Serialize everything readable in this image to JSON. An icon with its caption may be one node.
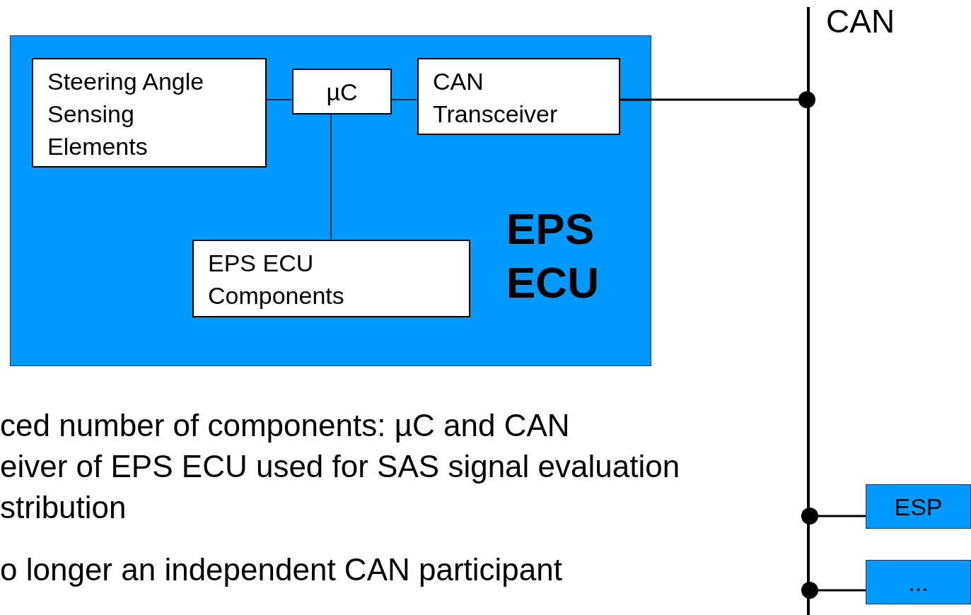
{
  "diagram": {
    "nodes": [
      {
        "text": [
          "EPS ECU"
        ]
      },
      {
        "text": [
          "Steering Angle Sensing Elements"
        ],
        "in": 0
      },
      {
        "text": [
          "µC"
        ],
        "in": 0
      },
      {
        "text": [
          "CAN Transceiver"
        ],
        "in": 0
      },
      {
        "text": [
          "EPS ECU Components"
        ],
        "in": 0
      },
      {
        "text": [],
        "shape": "bar",
        "beside": [
          "CAN"
        ]
      },
      {
        "text": [
          "ESP"
        ]
      },
      {
        "text": [
          "..."
        ]
      }
    ],
    "edges": [
      {
        "from": 1,
        "to": 2,
        "arrow": "none"
      },
      {
        "from": 2,
        "to": 3,
        "arrow": "none"
      },
      {
        "from": 2,
        "to": 4,
        "arrow": "none"
      },
      {
        "from": 3,
        "to": 5,
        "arrow": "other"
      },
      {
        "from": 6,
        "to": 5,
        "arrow": "other"
      },
      {
        "from": 7,
        "to": 5,
        "arrow": "other"
      }
    ],
    "labels": [
      "ced number of components: µC and CAN",
      "eiver of EPS ECU used for SAS signal evaluation",
      "stribution",
      "o longer an independent CAN participant"
    ]
  }
}
